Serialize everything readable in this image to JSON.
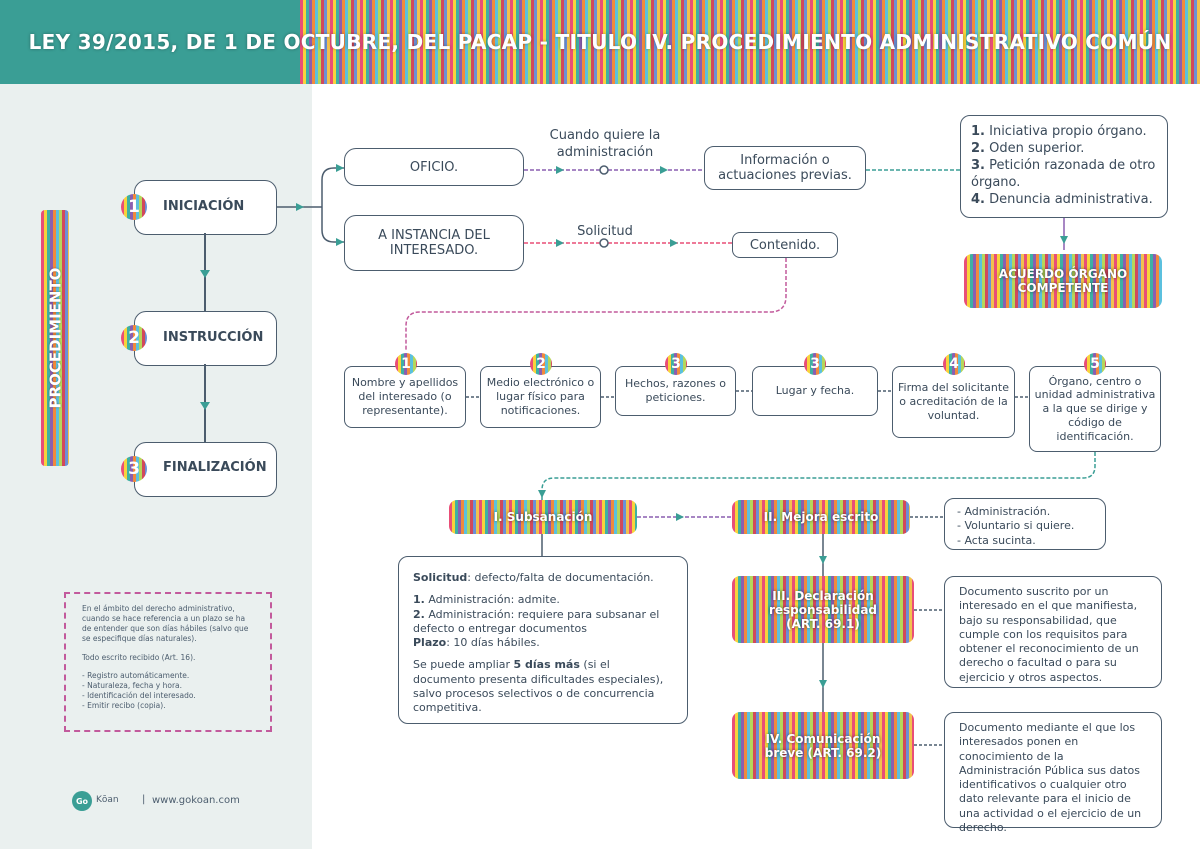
{
  "header": {
    "title": "LEY 39/2015, DE 1 DE OCTUBRE, DEL PACAP - TITULO IV. PROCEDIMIENTO ADMINISTRATIVO COMÚN"
  },
  "sidebar": {
    "label": "PROCEDIMIENTO",
    "steps": [
      {
        "num": "1",
        "label": "INICIACIÓN"
      },
      {
        "num": "2",
        "label": "INSTRUCCIÓN"
      },
      {
        "num": "3",
        "label": "FINALIZACIÓN"
      }
    ],
    "note": {
      "p1": "En el ámbito del derecho administrativo, cuando se hace referencia a un plazo se ha de entender que son días hábiles (salvo que se especifique días naturales).",
      "p2": "Todo escrito recibido (Art. 16).",
      "items": [
        "- Registro automáticamente.",
        "- Naturaleza, fecha y hora.",
        "- Identificación del interesado.",
        "- Emitir recibo (copia)."
      ]
    },
    "brand": {
      "logo": "Go",
      "name": "Kōan",
      "separator": "|",
      "url": "www.gokoan.com"
    }
  },
  "iniciacion": {
    "oficio": "OFICIO.",
    "oficio_caption": "Cuando quiere la administración",
    "informacion": "Información o actuaciones previas.",
    "instancia": "A INSTANCIA DEL INTERESADO.",
    "solicitud": "Solicitud",
    "contenido": "Contenido.",
    "list": [
      {
        "n": "1.",
        "t": " Iniciativa propio órgano."
      },
      {
        "n": "2.",
        "t": " Oden superior."
      },
      {
        "n": "3.",
        "t": " Petición razonada de otro órgano."
      },
      {
        "n": "4.",
        "t": " Denuncia administrativa."
      }
    ],
    "acuerdo": "ACUERDO ÓRGANO COMPETENTE"
  },
  "contenido_items": [
    {
      "num": "1",
      "text": "Nombre y apellidos del interesado (o representante)."
    },
    {
      "num": "2",
      "text": "Medio electrónico o lugar físico para notificaciones."
    },
    {
      "num": "3",
      "text": "Hechos, razones o peticiones."
    },
    {
      "num": "3",
      "text": "Lugar y fecha."
    },
    {
      "num": "4",
      "text": "Firma del solicitante o acreditación de la voluntad."
    },
    {
      "num": "5",
      "text": "Órgano, centro o unidad administrativa a la que se dirige y código de identificación."
    }
  ],
  "subsanacion": {
    "title": "I. Subsanación",
    "solicitud_label": "Solicitud",
    "solicitud_text": ": defecto/falta de documentación.",
    "line1": " Administración: admite.",
    "line2": " Administración: requiere para subsanar el defecto o entregar documentos",
    "plazo_label": "Plazo",
    "plazo_text": ": 10 días hábiles.",
    "ampliar_a": "Se puede ampliar ",
    "ampliar_b": "5 días más",
    "ampliar_c": " (si el documento presenta dificultades especiales), salvo procesos selectivos o de concurrencia competitiva.",
    "n1": "1.",
    "n2": "2."
  },
  "mejora": {
    "title": "II. Mejora escrito",
    "items": [
      "- Administración.",
      "- Voluntario si quiere.",
      "- Acta sucinta."
    ]
  },
  "declaracion": {
    "title": "III. Declaración responsabilidad (ART. 69.1)",
    "text": "Documento suscrito por un interesado en el que manifiesta, bajo su responsabilidad, que cumple con los requisitos para obtener el reconocimiento de un derecho o facultad o para su ejercicio y otros aspectos."
  },
  "comunicacion": {
    "title": "IV. Comunicación breve (ART. 69.2)",
    "text": "Documento mediante el que los interesados ponen en conocimiento de la Administración Pública sus datos identificativos o cualquier otro dato relevante para el inicio de una actividad o el ejercicio de un derecho."
  },
  "colors": {
    "teal": "#3a9e95",
    "dark": "#4c5d6e",
    "pink": "#c25a9c"
  }
}
